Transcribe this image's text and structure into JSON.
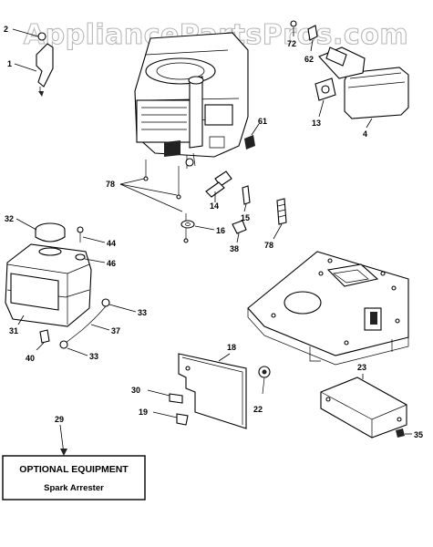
{
  "watermark": "AppliancePartsPros.com",
  "callouts": {
    "c1": "1",
    "c2": "2",
    "c4": "4",
    "c13": "13",
    "c14": "14",
    "c15": "15",
    "c16": "16",
    "c18": "18",
    "c19": "19",
    "c22": "22",
    "c23": "23",
    "c29": "29",
    "c30": "30",
    "c31": "31",
    "c32": "32",
    "c33a": "33",
    "c33b": "33",
    "c35": "35",
    "c37": "37",
    "c38": "38",
    "c40": "40",
    "c44": "44",
    "c46": "46",
    "c61": "61",
    "c62": "62",
    "c72": "72",
    "c78a": "78",
    "c78b": "78"
  },
  "optional_box": {
    "title": "OPTIONAL EQUIPMENT",
    "subtitle": "Spark Arrester"
  }
}
